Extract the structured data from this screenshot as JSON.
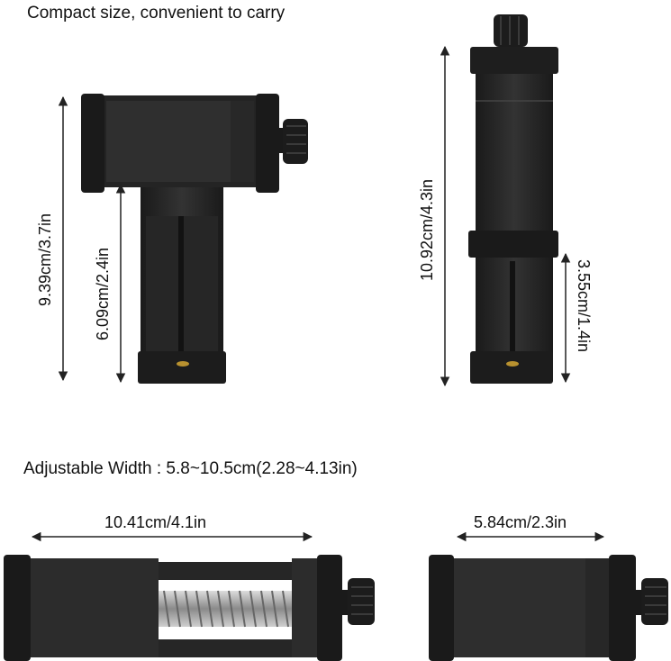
{
  "captions": {
    "compact": "Compact size, convenient to carry",
    "adjustable_width": "Adjustable Width : 5.8~10.5cm(2.28~4.13in)"
  },
  "dimensions": {
    "front_total_height": "9.39cm/3.7in",
    "front_base_height": "6.09cm/2.4in",
    "side_total_height": "10.92cm/4.3in",
    "side_base_height": "3.55cm/1.4in",
    "extended_width": "10.41cm/4.1in",
    "closed_width": "5.84cm/2.3in"
  },
  "colors": {
    "body_dark": "#1e1e1e",
    "body_mid": "#2c2c2c",
    "highlight": "#3a3a3a",
    "arrow": "#222222",
    "spring": "#a9a9a9",
    "screw_gold": "#b8912f"
  }
}
